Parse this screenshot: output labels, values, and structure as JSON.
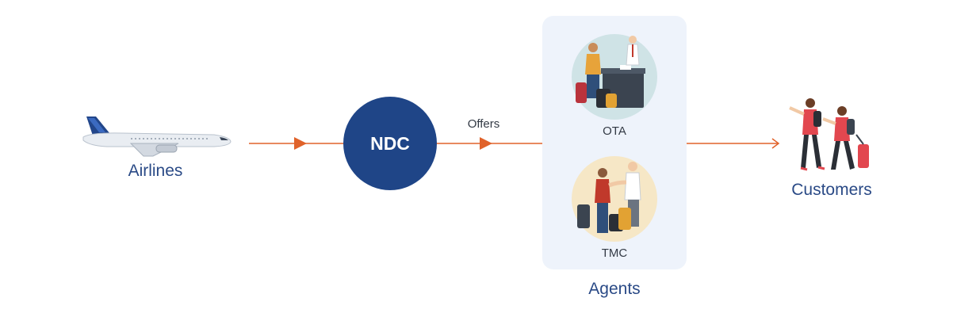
{
  "nodes": {
    "airlines": {
      "label": "Airlines",
      "icon": "airplane-icon"
    },
    "ndc": {
      "label": "NDC"
    },
    "ota": {
      "label": "OTA",
      "icon": "travel-desk-icon"
    },
    "tmc": {
      "label": "TMC",
      "icon": "handshake-icon"
    },
    "agents": {
      "label": "Agents"
    },
    "customers": {
      "label": "Customers",
      "icon": "travelers-icon"
    }
  },
  "edges": {
    "ndc_to_agents": {
      "label": "Offers"
    }
  },
  "colors": {
    "arrow": "#e0622a",
    "ndc": "#1f4587",
    "label": "#2a4a86",
    "panel": "#eef3fb"
  }
}
